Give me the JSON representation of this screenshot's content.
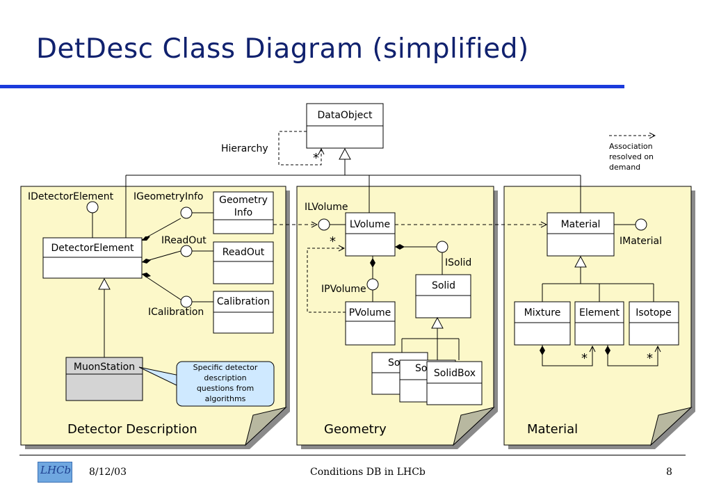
{
  "slide": {
    "title": "DetDesc Class Diagram (simplified)",
    "footer": {
      "date": "8/12/03",
      "center": "Conditions DB in LHCb",
      "page": "8",
      "logo_text": "LHCb"
    }
  },
  "diagram": {
    "top": {
      "data_object": "DataObject",
      "hierarchy_label": "Hierarchy",
      "hierarchy_multiplicity": "*",
      "legend_text": [
        "Association",
        "resolved on",
        "demand"
      ]
    },
    "detector_panel": {
      "caption": "Detector Description",
      "interface_detector_element": "IDetectorElement",
      "interface_geometry_info": "IGeometryInfo",
      "interface_readout": "IReadOut",
      "interface_calibration": "ICalibration",
      "class_detector_element": "DetectorElement",
      "class_geometry_info": [
        "Geometry",
        "Info"
      ],
      "class_readout": "ReadOut",
      "class_calibration": "Calibration",
      "class_muon_station": "MuonStation",
      "note": [
        "Specific detector",
        "description",
        "questions from",
        "algorithms"
      ]
    },
    "geometry_panel": {
      "caption": "Geometry",
      "interface_lvolume": "ILVolume",
      "interface_pvolume": "IPVolume",
      "interface_solid": "ISolid",
      "class_lvolume": "LVolume",
      "class_pvolume": "PVolume",
      "class_solid": "Solid",
      "class_solid_box": "SolidBox",
      "partial_a": "So",
      "partial_b": "So",
      "multiplicity": "*"
    },
    "material_panel": {
      "caption": "Material",
      "interface_material": "IMaterial",
      "class_material": "Material",
      "class_mixture": "Mixture",
      "class_element": "Element",
      "class_isotope": "Isotope",
      "multiplicity_element": "*",
      "multiplicity_isotope": "*"
    }
  },
  "colors": {
    "title": "#10216e",
    "rule": "#1b3bdc",
    "panel": "#fcf8c9",
    "shadow": "#8a8a8a",
    "note": "#cfe9ff",
    "muon": "#d4d4d4"
  }
}
